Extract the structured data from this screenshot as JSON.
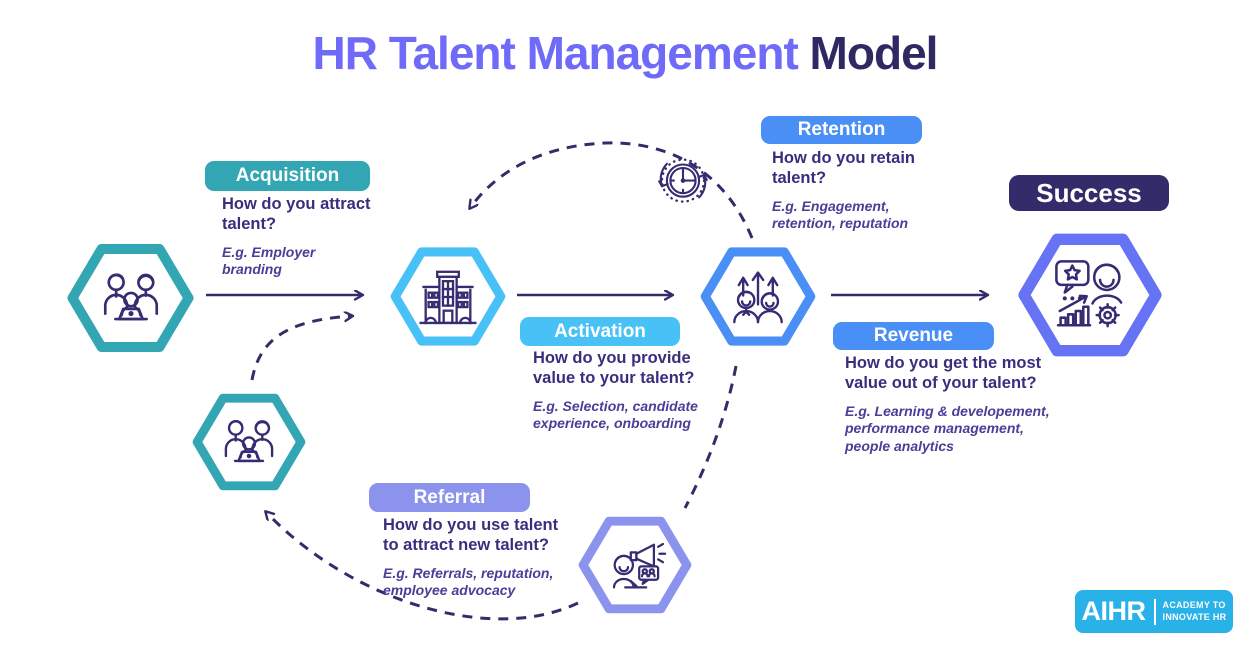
{
  "title": {
    "main": "HR Talent Management ",
    "accent": "Model"
  },
  "stages": [
    {
      "id": "acquisition",
      "label": "Acquisition",
      "question": "How do you attract talent?",
      "example": "E.g. Employer branding",
      "pill_color": "#33a6b3"
    },
    {
      "id": "activation",
      "label": "Activation",
      "question": "How do you provide value to your talent?",
      "example": "E.g. Selection, candidate experience, onboarding",
      "pill_color": "#47c1f6"
    },
    {
      "id": "retention",
      "label": "Retention",
      "question": "How do you retain talent?",
      "example": "E.g. Engagement, retention, reputation",
      "pill_color": "#4a8ff5"
    },
    {
      "id": "revenue",
      "label": "Revenue",
      "question": "How do you get the most value out of your talent?",
      "example": "E.g. Learning & developement, performance management, people analytics",
      "pill_color": "#4a8ff5"
    },
    {
      "id": "referral",
      "label": "Referral",
      "question": "How do you use talent to attract new talent?",
      "example": "E.g. Referrals, reputation, employee advocacy",
      "pill_color": "#8b93ed"
    }
  ],
  "success": {
    "label": "Success",
    "pill_color": "#342b6b",
    "hex_color": "#6673f5"
  },
  "hexagons": [
    {
      "icon": "talent-pool-icon",
      "border_color": "#33a6b3"
    },
    {
      "icon": "company-building-icon",
      "border_color": "#47c1f6"
    },
    {
      "icon": "talent-growth-icon",
      "border_color": "#4a8ff5"
    },
    {
      "icon": "success-celebration-icon",
      "border_color": "#6673f5"
    },
    {
      "icon": "referral-pool-icon",
      "border_color": "#33a6b3"
    },
    {
      "icon": "advocacy-megaphone-icon",
      "border_color": "#8b93ed"
    }
  ],
  "decorations": {
    "clock_icon": "time-clock-icon"
  },
  "logo": {
    "brand": "AIHR",
    "tagline_line1": "ACADEMY TO",
    "tagline_line2": "INNOVATE HR",
    "color": "#29b2e8"
  },
  "colors": {
    "title_main": "#6f6af8",
    "title_accent": "#2e2963",
    "question_text": "#3a2d7d",
    "example_text": "#4b3e96",
    "arrow": "#342b6b",
    "icon_stroke": "#352c72"
  }
}
